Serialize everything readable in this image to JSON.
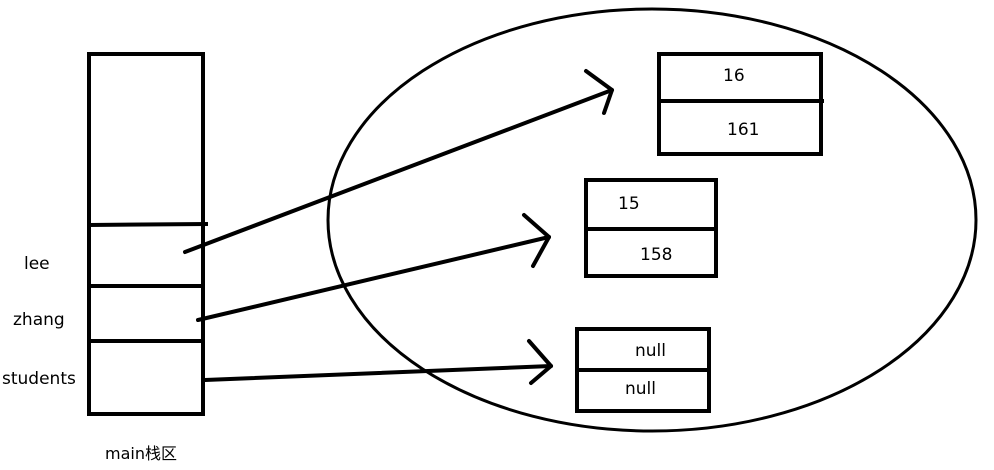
{
  "stack": {
    "caption": "main栈区",
    "variables": [
      {
        "name": "lee"
      },
      {
        "name": "zhang"
      },
      {
        "name": "students"
      }
    ]
  },
  "heap": {
    "objects": [
      {
        "fields": [
          "16",
          "161"
        ]
      },
      {
        "fields": [
          "15",
          "158"
        ]
      },
      {
        "fields": [
          "null",
          "null"
        ]
      }
    ]
  }
}
